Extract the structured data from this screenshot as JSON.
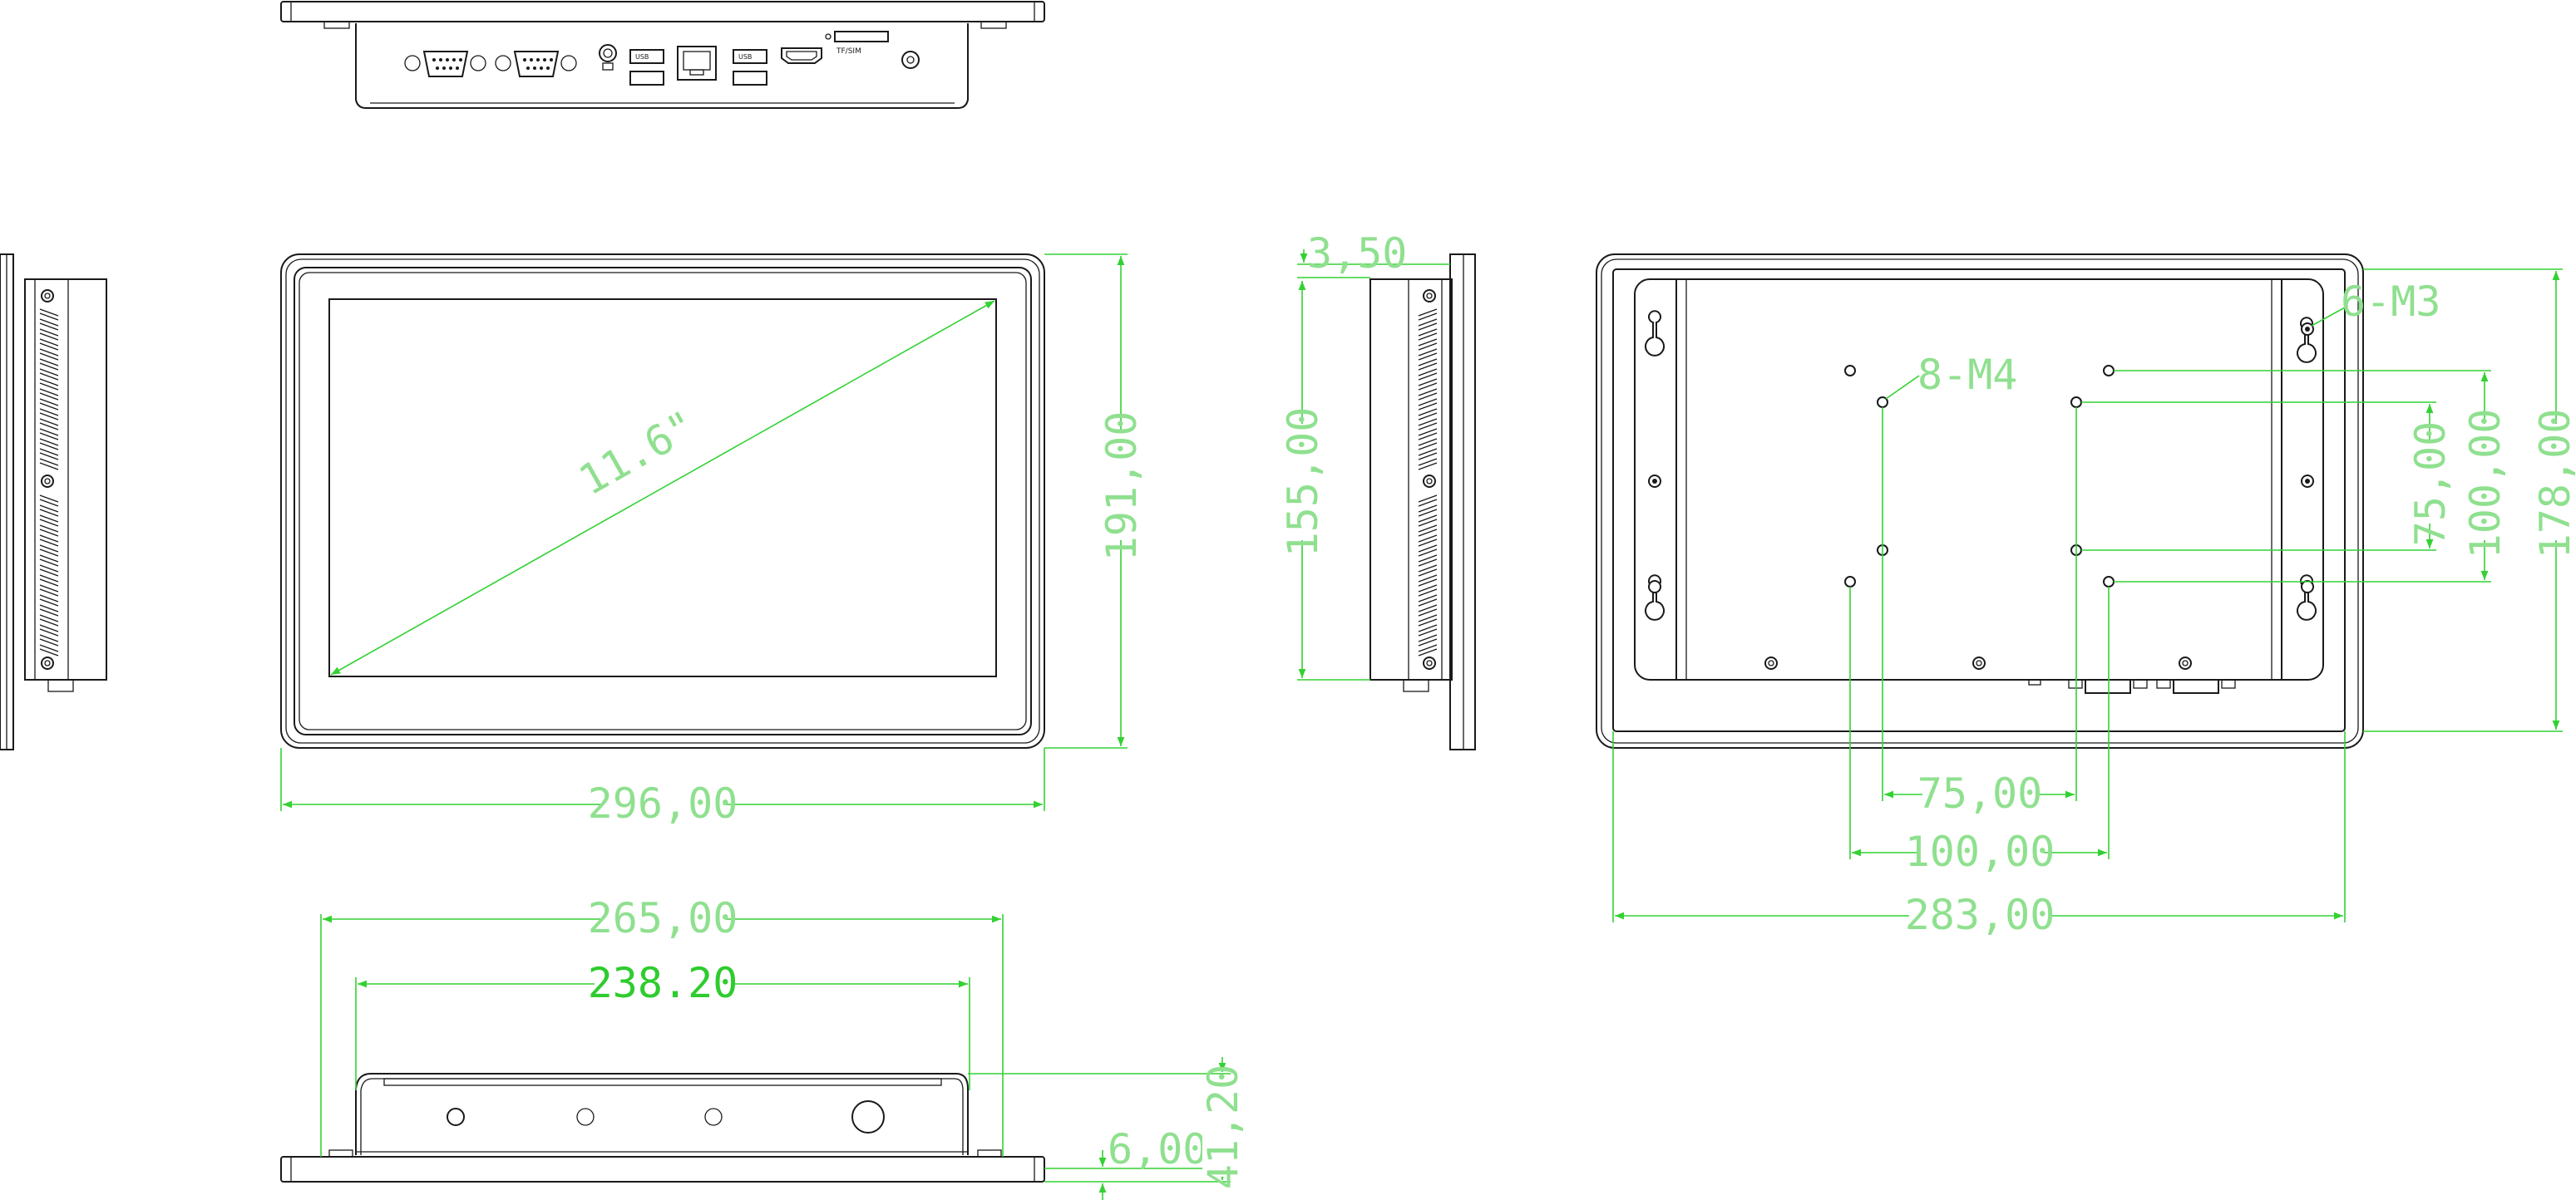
{
  "dimensions": {
    "diagonal": "11.6\"",
    "front_height": "191,00",
    "front_width": "296,00",
    "bezel_depth": "3,50",
    "side_height": "155,00",
    "rear_screws": "6-M3",
    "vesa_screws": "8-M4",
    "vesa_v75": "75,00",
    "vesa_v100": "100,00",
    "rear_height": "178,00",
    "vesa_h75": "75,00",
    "vesa_h100": "100,00",
    "rear_width": "283,00",
    "bottom_width": "265,00",
    "bottom_inner_width": "238.20",
    "bottom_bezel": "6,00",
    "bottom_depth": "41,20"
  },
  "io_panel": {
    "port_label_1": "USB",
    "port_label_2": "USB",
    "sd_label": "TF/SIM"
  },
  "colors": {
    "line": "#1a1a1a",
    "dimension_line": "#33d133",
    "dimension_text": "#8fe08f"
  }
}
